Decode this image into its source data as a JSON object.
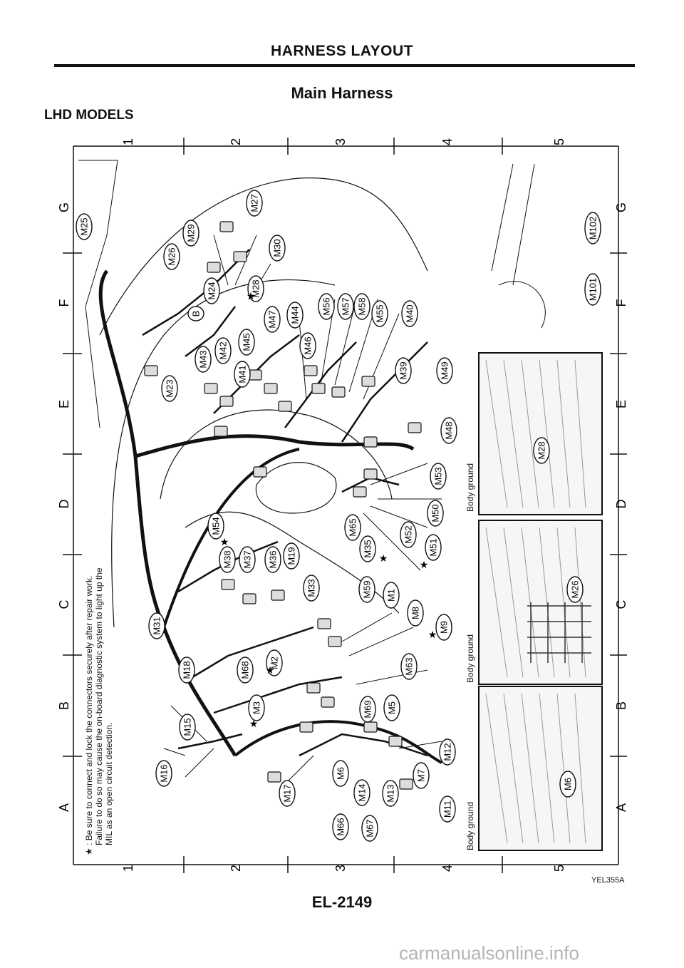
{
  "header": {
    "title": "HARNESS LAYOUT",
    "section": "Main Harness",
    "models": "LHD MODELS"
  },
  "grid": {
    "columns": [
      "1",
      "2",
      "3",
      "4",
      "5"
    ],
    "rows": [
      "G",
      "F",
      "E",
      "D",
      "C",
      "B",
      "A"
    ]
  },
  "connectors": [
    "M1",
    "M2",
    "M3",
    "M5",
    "M6",
    "M7",
    "M8",
    "M9",
    "M11",
    "M12",
    "M13",
    "M14",
    "M15",
    "M16",
    "M17",
    "M18",
    "M19",
    "M23",
    "M24",
    "M25",
    "M26",
    "M27",
    "M28",
    "M29",
    "M30",
    "M31",
    "M33",
    "M35",
    "M36",
    "M37",
    "M38",
    "M39",
    "M40",
    "M41",
    "M42",
    "M43",
    "M44",
    "M45",
    "M46",
    "M47",
    "M48",
    "M49",
    "M50",
    "M51",
    "M52",
    "M53",
    "M54",
    "M55",
    "M56",
    "M57",
    "M58",
    "M59",
    "M63",
    "M65",
    "M66",
    "M67",
    "M68",
    "M69",
    "M101",
    "M102",
    "B"
  ],
  "insets": {
    "body_ground_label": "Body ground",
    "inset1_connector": "M28",
    "inset2_connector": "M26",
    "inset3_connector": "M6"
  },
  "note": {
    "marker": "★",
    "line1": ": Be sure to connect and lock the connectors securely after repair work.",
    "line2": "Failure to do so may cause the on-board diagnostic system to light up the",
    "line3": "MIL as an open circuit detection."
  },
  "footer": {
    "figure_code": "YEL355A",
    "page_number": "EL-2149",
    "watermark": "carmanualsonline.info"
  }
}
